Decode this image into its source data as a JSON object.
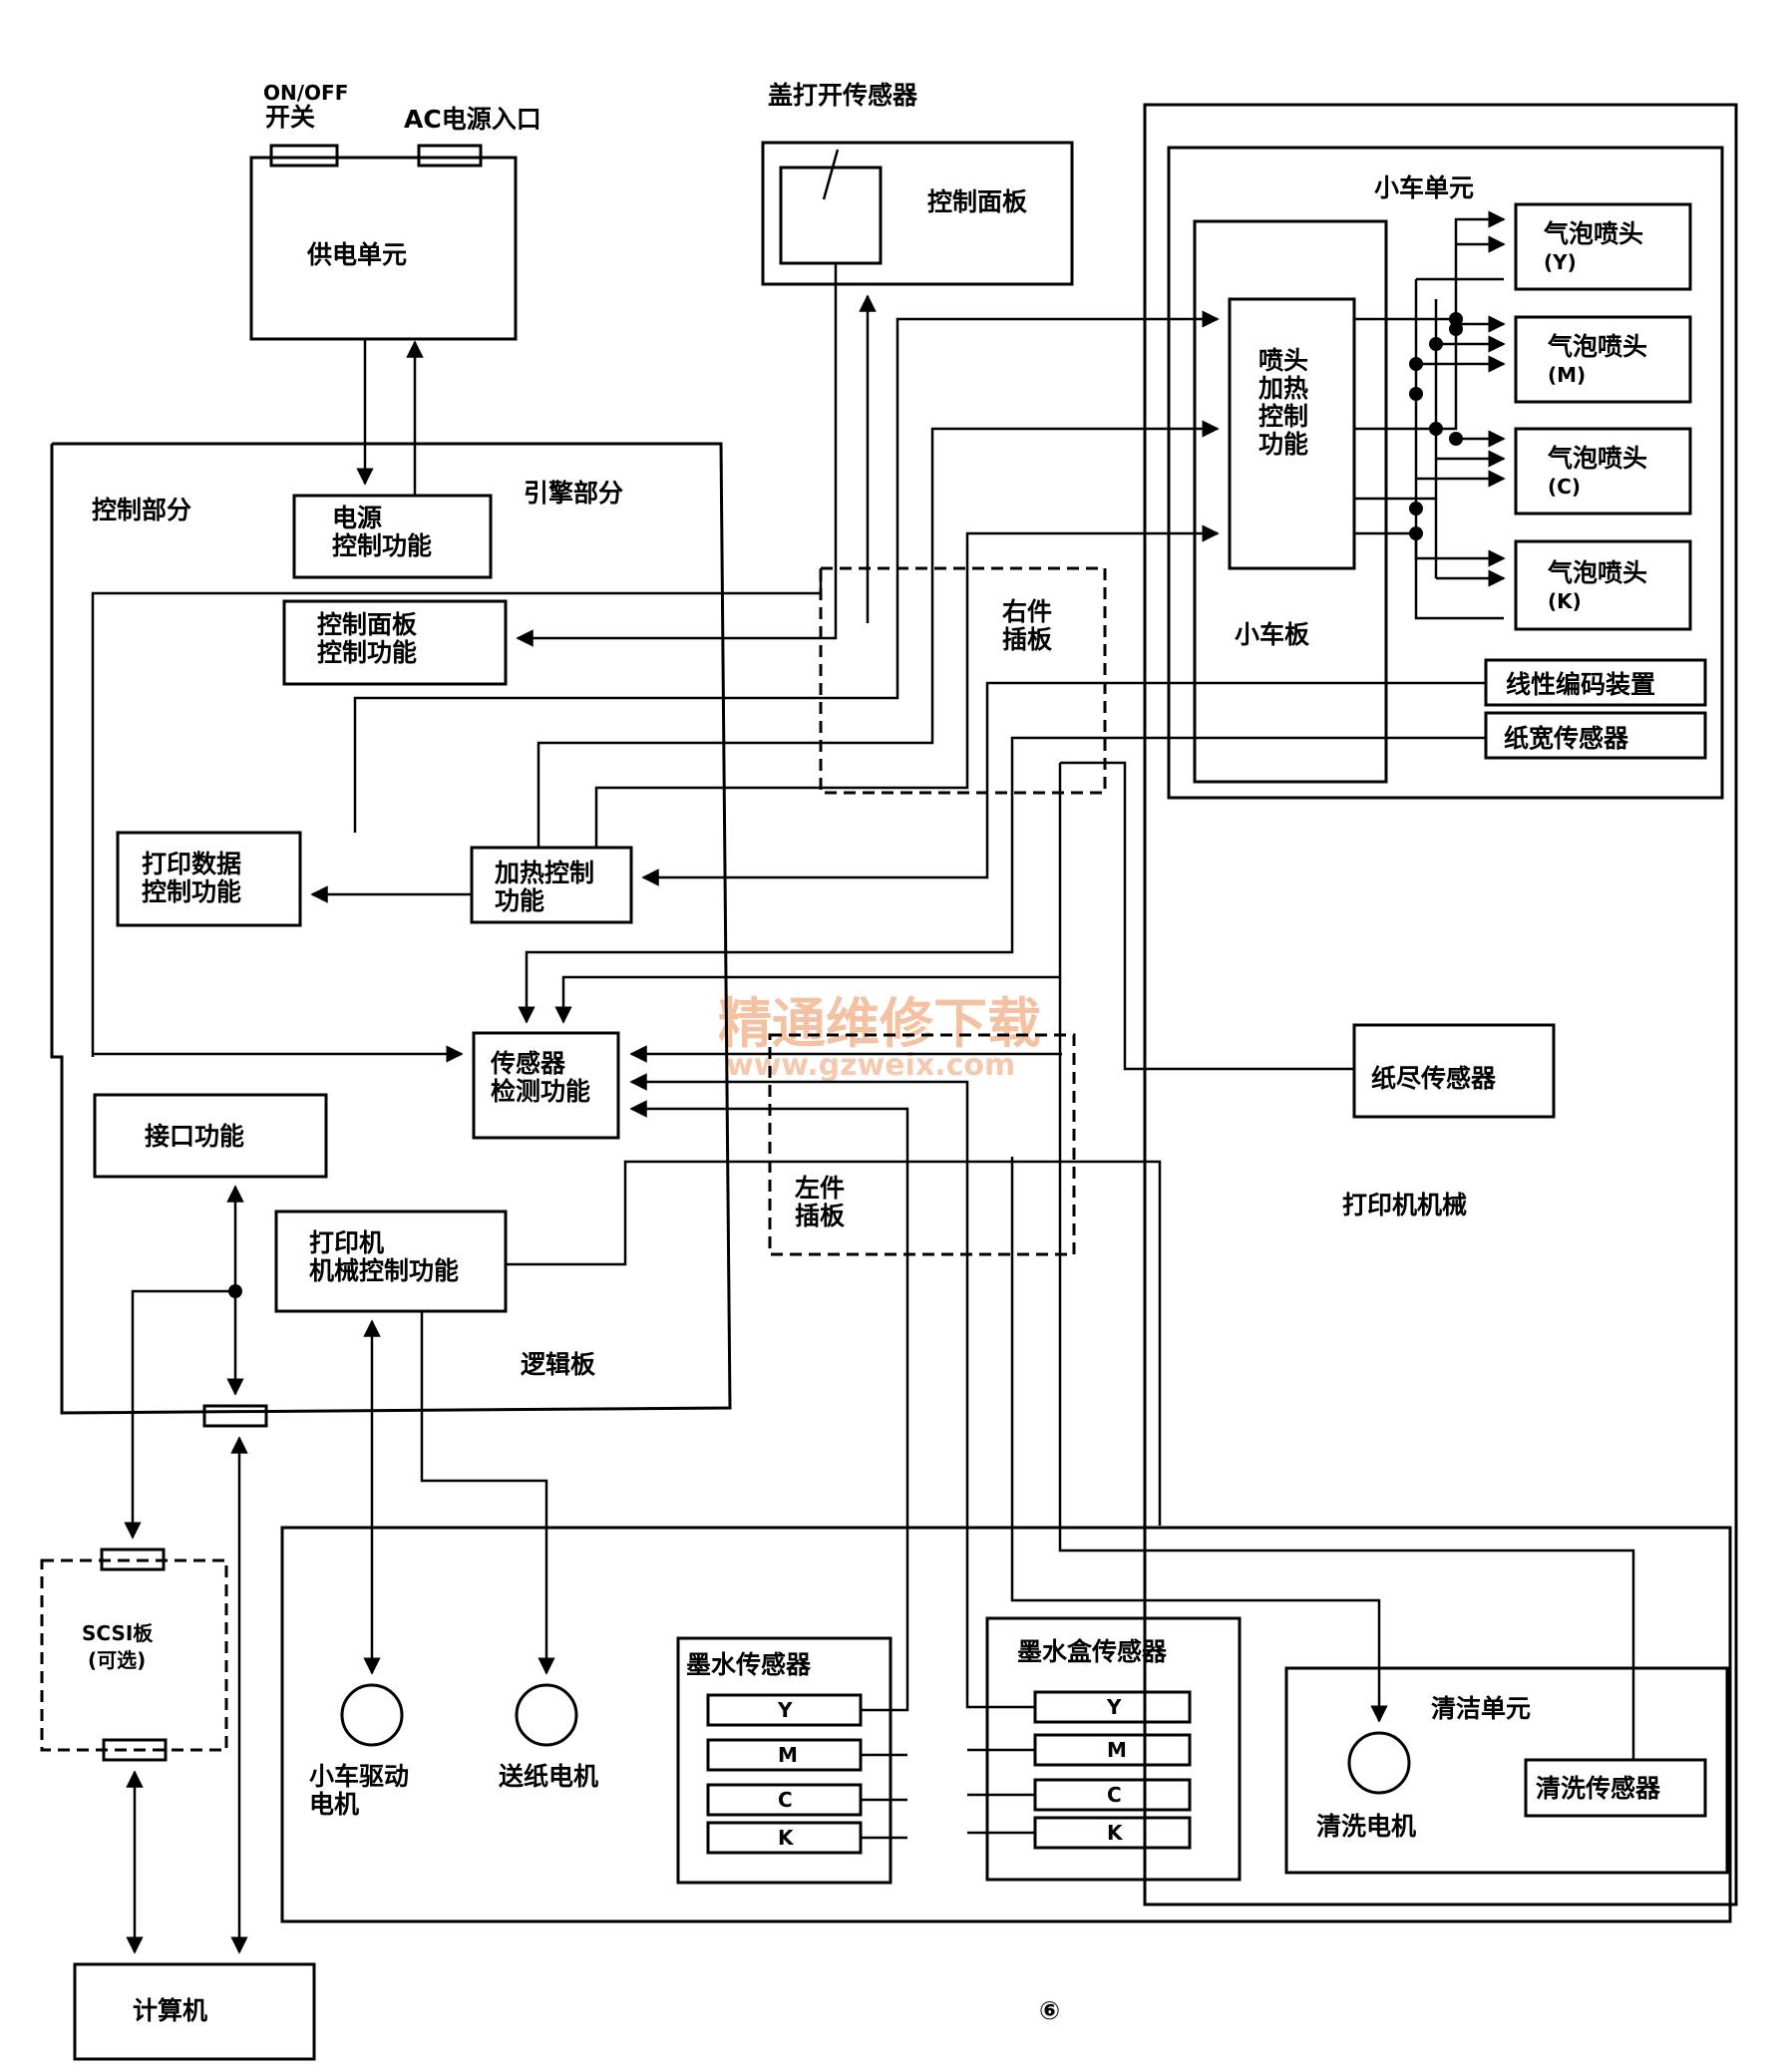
{
  "labels": {
    "on_off_switch": [
      "ON/OFF",
      "开关"
    ],
    "ac_inlet": "AC电源入口",
    "power_unit": "供电单元",
    "cover_sensor": "盖打开传感器",
    "control_panel": "控制面板",
    "carriage_unit": "小车单元",
    "head_y": [
      "气泡喷头",
      "(Y)"
    ],
    "head_m": [
      "气泡喷头",
      "(M)"
    ],
    "head_c": [
      "气泡喷头",
      "(C)"
    ],
    "head_k": [
      "气泡喷头",
      "(K)"
    ],
    "head_heat_ctrl": [
      "喷头",
      "加热",
      "控制",
      "功能"
    ],
    "carriage_board": "小车板",
    "linear_encoder": "线性编码装置",
    "paper_width_sensor": "纸宽传感器",
    "control_section": "控制部分",
    "engine_section": "引擎部分",
    "power_ctrl": [
      "电源",
      "控制功能"
    ],
    "panel_ctrl": [
      "控制面板",
      "控制功能"
    ],
    "right_connector": [
      "右件",
      "插板"
    ],
    "print_data_ctrl": [
      "打印数据",
      "控制功能"
    ],
    "heat_ctrl": [
      "加热控制",
      "功能"
    ],
    "sensor_detect": [
      "传感器",
      "检测功能"
    ],
    "paper_end_sensor": "纸尽传感器",
    "interface_func": "接口功能",
    "left_connector": [
      "左件",
      "插板"
    ],
    "printer_mech": "打印机机械",
    "mech_ctrl": [
      "打印机",
      "机械控制功能"
    ],
    "logic_board": "逻辑板",
    "scsi_board": [
      "SCSI板",
      "(可选)"
    ],
    "carriage_motor": [
      "小车驱动",
      "电机"
    ],
    "feed_motor": "送纸电机",
    "ink_sensor": "墨水传感器",
    "cartridge_sensor": "墨水盒传感器",
    "ink_colors": [
      "Y",
      "M",
      "C",
      "K"
    ],
    "cleaning_unit": "清洁单元",
    "clean_sensor": "清洗传感器",
    "clean_motor": "清洗电机",
    "computer": "计算机",
    "figure_number": "⑥",
    "watermark": [
      "精通维修下载",
      "www.gzweix.com"
    ]
  }
}
